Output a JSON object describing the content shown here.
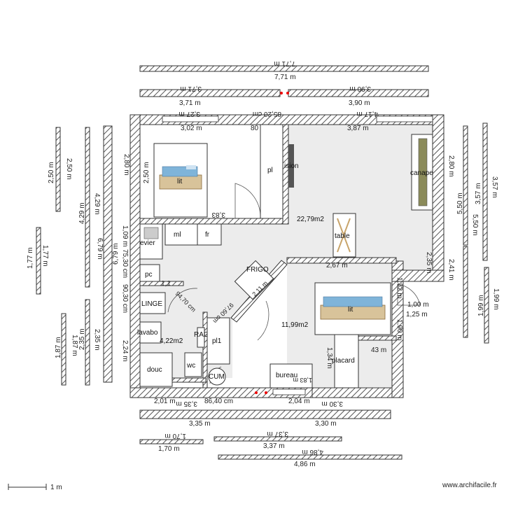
{
  "dimensions": {
    "top_total": "7,71 m",
    "top_left": "3,71 m",
    "top_right": "3,90 m",
    "inner_top_left_outer": "3,27 m",
    "inner_top_mid_outer": "85,20 cm",
    "inner_top_right_outer": "4,17 m",
    "inner_top_left": "3,02 m",
    "inner_top_mid": "80",
    "inner_top_right": "3,87 m",
    "left_outer_1": "2,50 m",
    "left_outer_1b": "2,50 m",
    "left_outer_2": "4,29 m",
    "left_outer_2b": "4,29 m",
    "left_outer_3": "6,79 m",
    "left_outer_3b": "6,79 m",
    "left_outer_4": "1,77 m",
    "left_outer_4b": "1,77 m",
    "left_outer_5": "2,35 m",
    "left_outer_5b": "2,35 m",
    "left_outer_6": "1,87 m",
    "left_outer_6b": "1,87 m",
    "left_inner_1": "2,80 m",
    "left_inner_2": "2,50 m",
    "left_inner_3": "1,09 m",
    "left_inner_4": "75,30 cm",
    "left_inner_5": "90,30 cm",
    "left_inner_6": "2,24 m",
    "right_outer_1": "2,80 m",
    "right_outer_2": "5,50 m",
    "right_outer_2b": "5,50 m",
    "right_outer_3": "3,57 m",
    "right_outer_3b": "3,57 m",
    "right_outer_4": "2,41 m",
    "right_outer_5": "1,99 m",
    "right_outer_5b": "1,99 m",
    "right_inner_1": "2,35 m",
    "right_inner_2": "1,00 m",
    "right_inner_3": "1,25 m",
    "right_inner_4": "1,32 m",
    "right_inner_5": "1,90 m",
    "right_inner_6": "43 m",
    "right_inner_7": "1,34 m",
    "mid_1": "2,67 m",
    "mid_2": "3,83",
    "mid_3": "94,70 cm",
    "mid_4": "97,60 cm",
    "mid_5": "1,1",
    "mid_6": "2,11 m",
    "mid_7": "1,83 m",
    "bottom_inner_left": "2,01 m",
    "bottom_inner_right": "2,04 m",
    "bottom_inner_mid": "86,40 cm",
    "bottom_outer_left": "3,35 m",
    "bottom_outer_right": "3,30 m",
    "bottom_outer_left_b": "3,35 m",
    "bottom_outer_right_b": "3,30 m",
    "bottom_small": "1,70 m",
    "bottom_small_b": "1,70 m",
    "bottom_mid": "3,37 m",
    "bottom_mid_b": "3,37 m",
    "bottom_long": "4,86 m",
    "bottom_long_b": "4,86 m"
  },
  "rooms": {
    "area_main": "22,79m2",
    "area_bedroom2": "11,99m2",
    "area_bathroom": "4,22m2"
  },
  "furniture": {
    "lit_1": "lit",
    "lit_2": "lit",
    "pl_1": "pl",
    "pl_2": "pl1",
    "television": "ision",
    "canape": "canape",
    "table": "table",
    "evier": "evier",
    "ml": "ml",
    "fr": "fr",
    "pc": "pc",
    "linge": "LINGE",
    "frigo": "FRIGO",
    "lavabo": "lavabo",
    "rad": "RAD",
    "douc": "douc",
    "wc": "wc",
    "cum": "CUM",
    "bureau": "bureau",
    "placard": "placard"
  },
  "scale": {
    "label": "1 m"
  },
  "watermark": "www.archifacile.fr"
}
